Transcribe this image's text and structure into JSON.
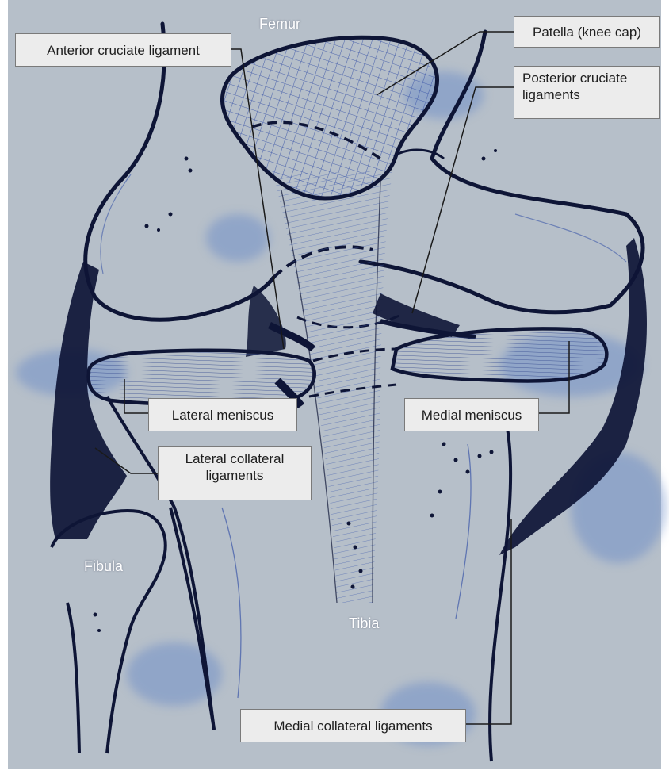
{
  "colors": {
    "paper": "#b6bfc9",
    "ink": "#0e1536",
    "hatch": "#3b56a8",
    "smudge": "#6c8cc8",
    "label_fill": "#ececec",
    "label_border": "#7a7a7a",
    "leader": "#1a1a1a",
    "bone_label": "#ffffff"
  },
  "structures": {
    "femur": "Femur",
    "patella": "Patella (knee cap)",
    "anterior_cruciate": "Anterior cruciate ligament",
    "posterior_cruciate": "Posterior cruciate ligaments",
    "lateral_meniscus": "Lateral meniscus",
    "medial_meniscus": "Medial meniscus",
    "lateral_collateral": "Lateral collateral ligaments",
    "fibula": "Fibula",
    "tibia": "Tibia",
    "medial_collateral": "Medial collateral ligaments"
  }
}
